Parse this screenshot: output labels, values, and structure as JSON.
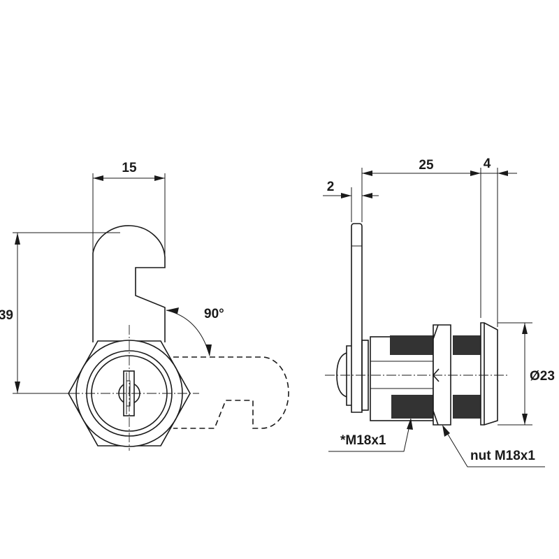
{
  "drawing": {
    "front_view": {
      "width_label": "15",
      "height_label": "39",
      "angle_label": "90°"
    },
    "side_view": {
      "plate_label": "2",
      "length_label": "25",
      "flange_label": "4",
      "diameter_label": "Ø23",
      "thread_label": "*M18x1",
      "nut_label": "nut M18x1"
    }
  }
}
